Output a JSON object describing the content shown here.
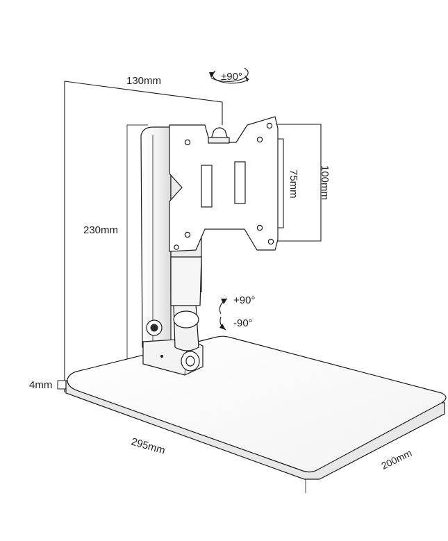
{
  "diagram": {
    "dimensions": {
      "base_depth": "130mm",
      "height": "230mm",
      "base_thickness": "4mm",
      "base_width": "295mm",
      "base_length": "200mm",
      "vesa_inner": "75mm",
      "vesa_outer": "100mm"
    },
    "rotations": {
      "swivel": "±90°",
      "tilt_up": "+90°",
      "tilt_down": "-90°"
    }
  }
}
